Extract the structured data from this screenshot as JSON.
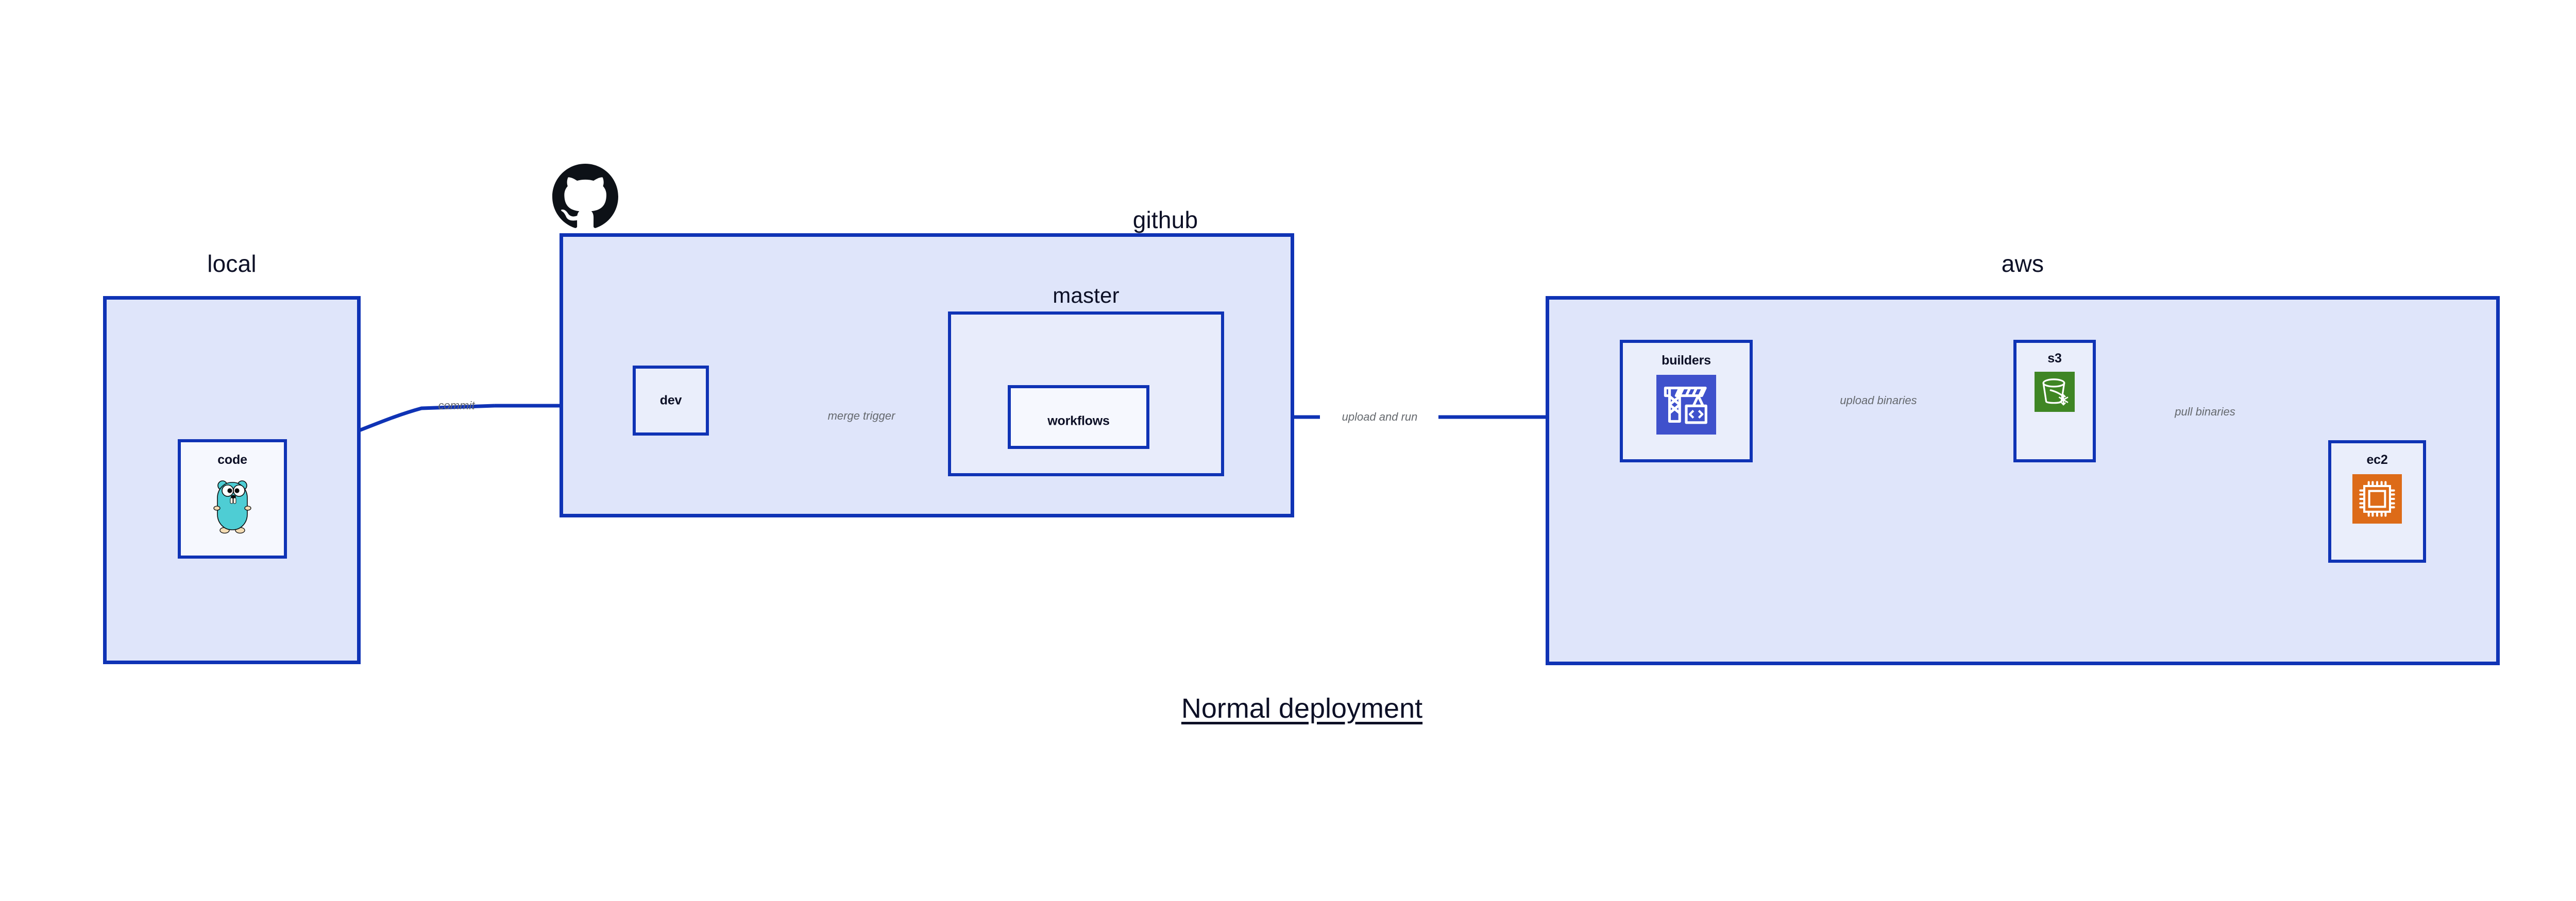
{
  "diagram": {
    "title": "Normal deployment",
    "accent_border": "#0f33b5",
    "group_fill": "#dfe5fa",
    "node_fill": "#eaeefb",
    "label_color": "#65696e"
  },
  "groups": [
    {
      "id": "local",
      "label": "local"
    },
    {
      "id": "github",
      "label": "github"
    },
    {
      "id": "aws",
      "label": "aws"
    }
  ],
  "subgroups": [
    {
      "id": "master",
      "label": "master"
    }
  ],
  "nodes": [
    {
      "id": "code",
      "label": "code",
      "icon": "go-gopher-icon"
    },
    {
      "id": "dev",
      "label": "dev",
      "icon": "none"
    },
    {
      "id": "workflows",
      "label": "workflows",
      "icon": "none"
    },
    {
      "id": "builders",
      "label": "builders",
      "icon": "aws-codebuild-icon",
      "icon_color": "#3f51cc"
    },
    {
      "id": "s3",
      "label": "s3",
      "icon": "aws-s3-glacier-icon",
      "icon_color": "#3f8624"
    },
    {
      "id": "ec2",
      "label": "ec2",
      "icon": "aws-ec2-icon",
      "icon_color": "#dd6b18"
    }
  ],
  "edges": [
    {
      "id": "commit",
      "label": "commit",
      "from": "code",
      "to": "dev"
    },
    {
      "id": "merge-trigger",
      "label": "merge trigger",
      "from": "dev",
      "to": "workflows"
    },
    {
      "id": "upload-and-run",
      "label": "upload and run",
      "from": "workflows",
      "to": "builders"
    },
    {
      "id": "upload-binaries",
      "label": "upload binaries",
      "from": "builders",
      "to": "s3"
    },
    {
      "id": "pull-binaries",
      "label": "pull binaries",
      "from": "s3",
      "to": "ec2"
    }
  ],
  "logos": [
    {
      "id": "github-logo",
      "name": "github-octocat-logo"
    }
  ]
}
